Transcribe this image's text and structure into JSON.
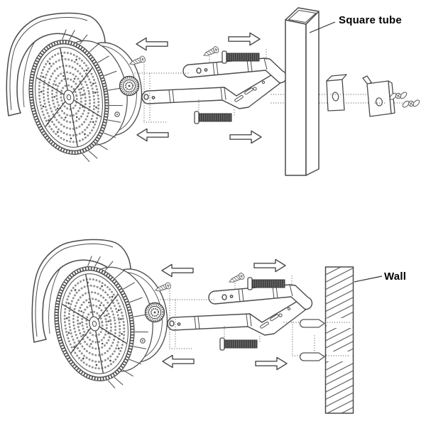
{
  "diagram": {
    "background": "#ffffff",
    "line_color": "#4a4a4a",
    "text_color": "#000000",
    "thread_color": "#3a3a3a",
    "labels": {
      "square_tube": "Square tube",
      "wall": "Wall"
    },
    "sections": [
      {
        "position": "top",
        "mount_label": "Square tube",
        "parts": [
          "floodlight",
          "visor",
          "aiming-knob",
          "mounting-bracket",
          "hex-bolt",
          "hex-bolt",
          "self-tapping-screw",
          "self-tapping-screw",
          "square-tube",
          "clamp-plate",
          "hook-plate",
          "wing-nut",
          "wing-nut"
        ],
        "arrows": [
          "left",
          "right",
          "left",
          "right"
        ]
      },
      {
        "position": "bottom",
        "mount_label": "Wall",
        "parts": [
          "floodlight",
          "visor",
          "aiming-knob",
          "mounting-bracket",
          "hex-bolt",
          "hex-bolt",
          "self-tapping-screw",
          "self-tapping-screw",
          "wall",
          "expansion-anchor",
          "expansion-anchor"
        ],
        "arrows": [
          "left",
          "right",
          "left",
          "right"
        ]
      }
    ]
  }
}
